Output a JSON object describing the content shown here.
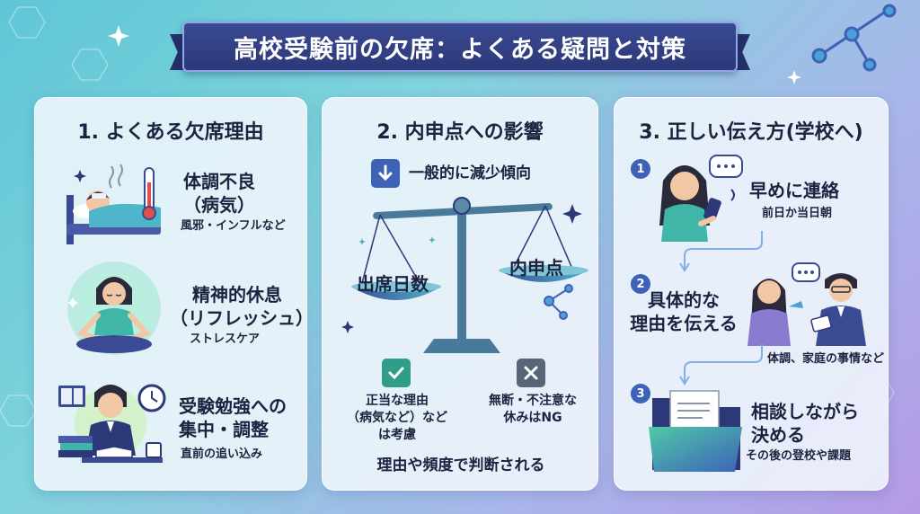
{
  "title": "高校受験前の欠席：よくある疑問と対策",
  "panels": [
    {
      "title": "1. よくある欠席理由",
      "items": [
        {
          "main": "体調不良\n（病気）",
          "sub": "風邪・インフルなど",
          "icon": "sick-in-bed-icon"
        },
        {
          "main": "精神的休息\n（リフレッシュ）",
          "sub": "ストレスケア",
          "icon": "meditation-icon"
        },
        {
          "main": "受験勉強への\n集中・調整",
          "sub": "直前の追い込み",
          "icon": "studying-student-icon"
        }
      ]
    },
    {
      "title": "2. 内申点への影響",
      "trend": "一般的に減少傾向",
      "scale_left": "出席日数",
      "scale_right": "内申点",
      "ok_text": "正当な理由\n（病気など）など\nは考慮",
      "ng_text": "無断・不注意な\n休みはNG",
      "footer": "理由や頻度で判断される"
    },
    {
      "title": "3. 正しい伝え方(学校へ)",
      "steps": [
        {
          "num": "1",
          "main": "早めに連絡",
          "sub": "前日か当日朝",
          "icon": "phone-call-icon"
        },
        {
          "num": "2",
          "main": "具体的な\n理由を伝える",
          "sub": "体調、家庭の事情など",
          "icon": "conversation-icon"
        },
        {
          "num": "3",
          "main": "相談しながら\n決める",
          "sub": "その後の登校や課題",
          "icon": "folder-icon"
        }
      ]
    }
  ],
  "colors": {
    "accent": "#3d62b8",
    "teal": "#3fb6a8",
    "banner": "#2c3878",
    "ok": "#2f9d8a",
    "ng": "#5a6478"
  }
}
